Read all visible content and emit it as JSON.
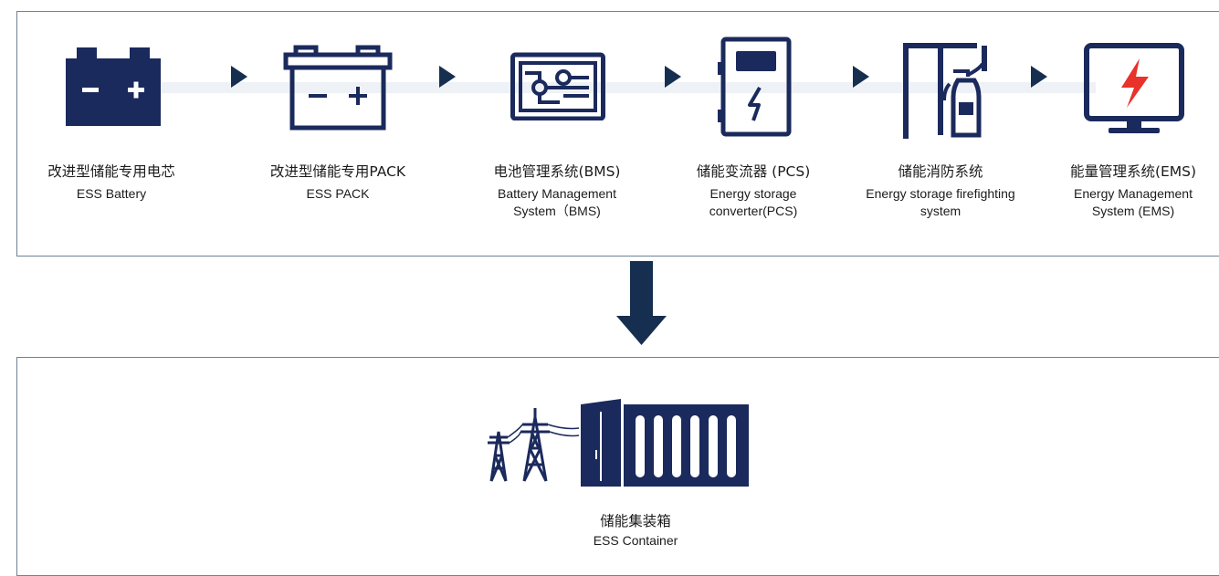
{
  "components": [
    {
      "cn": "改进型储能专用电芯",
      "en": "ESS Battery",
      "icon": "battery-icon"
    },
    {
      "cn": "改进型储能专用PACK",
      "en": "ESS PACK",
      "icon": "battery-pack-icon"
    },
    {
      "cn": "电池管理系统(BMS)",
      "en": "Battery Management System（BMS)",
      "icon": "circuit-board-icon"
    },
    {
      "cn": "储能变流器 (PCS)",
      "en": "Energy storage converter(PCS)",
      "icon": "converter-cabinet-icon"
    },
    {
      "cn": "储能消防系统",
      "en": "Energy storage firefighting system",
      "icon": "fire-extinguisher-icon"
    },
    {
      "cn": "能量管理系统(EMS)",
      "en": "Energy Management System (EMS)",
      "icon": "monitor-lightning-icon"
    }
  ],
  "result": {
    "cn": "储能集装箱",
    "en": "ESS Container",
    "icons": [
      "transmission-tower-icon",
      "shipping-container-icon"
    ]
  },
  "colors": {
    "navy": "#1b2a5c",
    "arrow": "#162f50",
    "accent_red": "#e8322b",
    "border": "#6f8393"
  }
}
